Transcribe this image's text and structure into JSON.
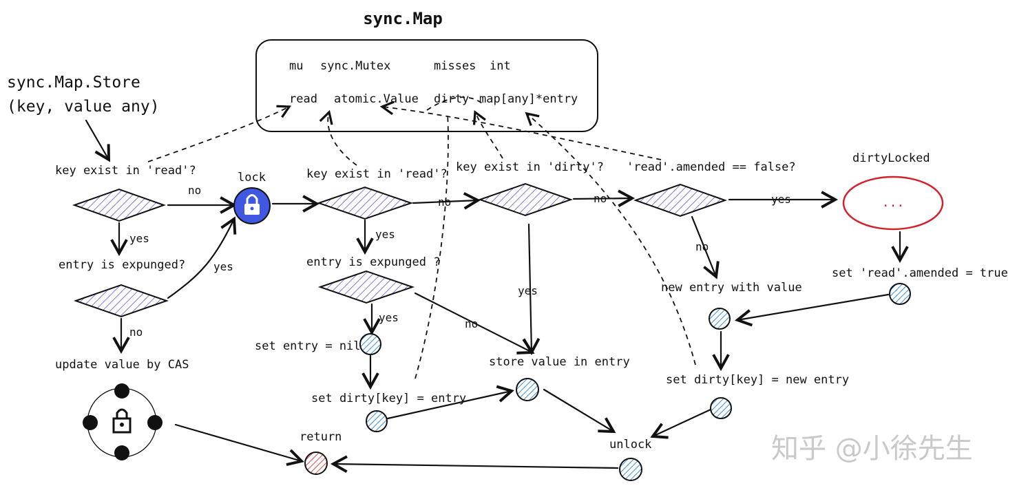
{
  "struct": {
    "title": "sync.Map",
    "fields": {
      "mu_name": "mu",
      "mu_type": "sync.Mutex",
      "misses_name": "misses",
      "misses_type": "int",
      "read_name": "read",
      "read_type": "atomic.Value",
      "dirty_name": "dirty",
      "dirty_type": "map[any]*entry"
    }
  },
  "entry": {
    "line1": "sync.Map.Store",
    "line2": "(key, value any)"
  },
  "labels": {
    "q_read_1": "key exist in 'read'?",
    "q_expunged_1": "entry is expunged?",
    "update_cas": "update value by CAS",
    "lock": "lock",
    "q_read_2": "key exist in 'read'?",
    "q_expunged_2": "entry is expunged ?",
    "set_entry_nil": "set entry = nil",
    "set_dirty_entry": "set dirty[key] = entry",
    "q_dirty": "key exist in 'dirty'?",
    "store_value": "store value in entry",
    "q_amended": "'read'.amended == false?",
    "dirty_locked": "dirtyLocked",
    "dirty_locked_body": "...",
    "set_amended": "set 'read'.amended = true",
    "new_entry": "new entry with value",
    "set_dirty_new": "set dirty[key] = new entry",
    "unlock": "unlock",
    "return": "return"
  },
  "edges": {
    "yes": "yes",
    "no": "no"
  },
  "watermark": "知乎 @小徐先生",
  "icons": {
    "lock": "padlock-icon",
    "cas": "cas-ring-icon"
  },
  "colors": {
    "diamond_hatch": "#8a74d8",
    "node_hatch": "#3a8fd8",
    "return_hatch": "#d84a4a",
    "lock_fill": "#4058e0",
    "dirty_locked_stroke": "#d4202a"
  }
}
